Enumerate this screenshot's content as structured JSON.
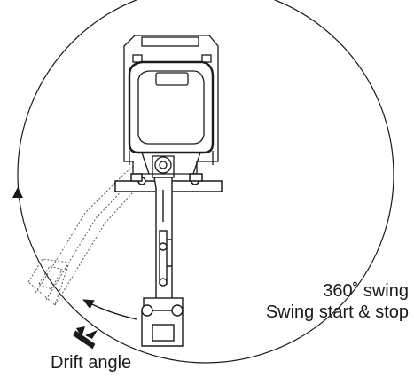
{
  "labels": {
    "swing_360": "360˚ swing",
    "swing_start_stop": "Swing start & stop",
    "drift_angle": "Drift angle"
  },
  "colors": {
    "ink": "#1a1a1a",
    "faint": "#8a8a8a"
  }
}
